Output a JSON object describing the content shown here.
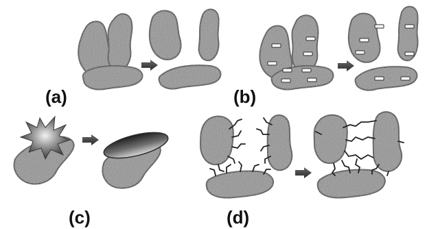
{
  "panels": [
    {
      "id": "a",
      "label": "(a)"
    },
    {
      "id": "b",
      "label": "(b)"
    },
    {
      "id": "c",
      "label": "(c)"
    },
    {
      "id": "d",
      "label": "(d)"
    }
  ],
  "colors": {
    "particle_fill": "#8f8f8f",
    "particle_stroke": "#2a2a2a",
    "arrow": "#3a3a3a",
    "charge_fill": "#ffffff",
    "star_fill": "#555555",
    "chain": "#222222"
  },
  "icons": {
    "arrow": "right-arrow-icon",
    "charge": "minus-charge-icon",
    "burst": "explosion-star-icon",
    "cap": "disk-cap-icon"
  }
}
